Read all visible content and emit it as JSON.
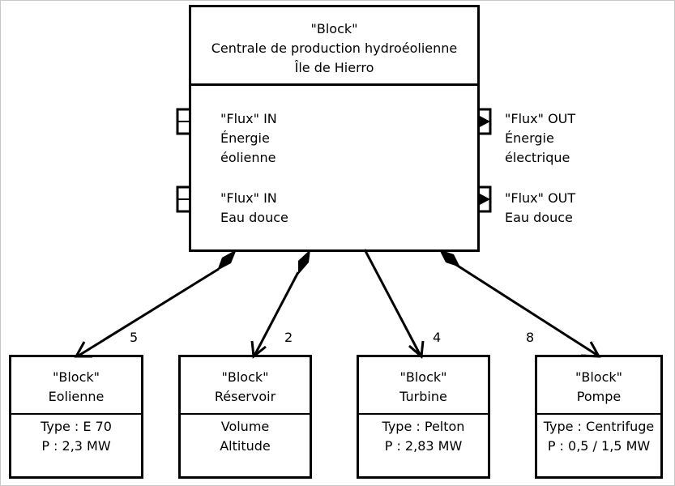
{
  "main_block": {
    "stereotype": "\"Block\"",
    "name_line1": "Centrale de production hydroéolienne",
    "name_line2": "Île de Hierro",
    "ports": [
      {
        "stereotype": "\"Flux\" IN",
        "line1": "Énergie",
        "line2": "éolienne"
      },
      {
        "stereotype": "\"Flux\" IN",
        "line1": "Eau douce"
      },
      {
        "stereotype": "\"Flux\" OUT",
        "line1": "Énergie",
        "line2": "électrique"
      },
      {
        "stereotype": "\"Flux\" OUT",
        "line1": "Eau douce"
      }
    ]
  },
  "parts": [
    {
      "stereotype": "\"Block\"",
      "name": "Eolienne",
      "prop1": "Type : E 70",
      "prop2": "P : 2,3 MW",
      "multiplicity": "5"
    },
    {
      "stereotype": "\"Block\"",
      "name": "Réservoir",
      "prop1": "Volume",
      "prop2": "Altitude",
      "multiplicity": "2"
    },
    {
      "stereotype": "\"Block\"",
      "name": "Turbine",
      "prop1": "Type : Pelton",
      "prop2": "P : 2,83 MW",
      "multiplicity": "4"
    },
    {
      "stereotype": "\"Block\"",
      "name": "Pompe",
      "prop1": "Type : Centrifuge",
      "prop2": "P : 0,5 / 1,5 MW",
      "multiplicity": "8"
    }
  ]
}
